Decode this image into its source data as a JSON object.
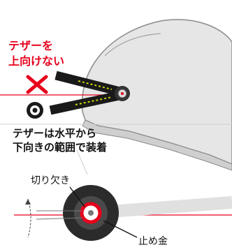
{
  "labels": {
    "warning_line1": "テザーを",
    "warning_line2": "上向けない",
    "guide_line1": "テザーは水平から",
    "guide_line2": "下向きの範囲で装着",
    "notch": "切り欠き",
    "stopper": "止め金"
  },
  "colors": {
    "accent_red": "#e8001c",
    "helmet_gray": "#e6e6e6",
    "helmet_outline": "#8a8a8a",
    "tether_black": "#1a1a1a",
    "stitch_yellow": "#c8d400"
  }
}
